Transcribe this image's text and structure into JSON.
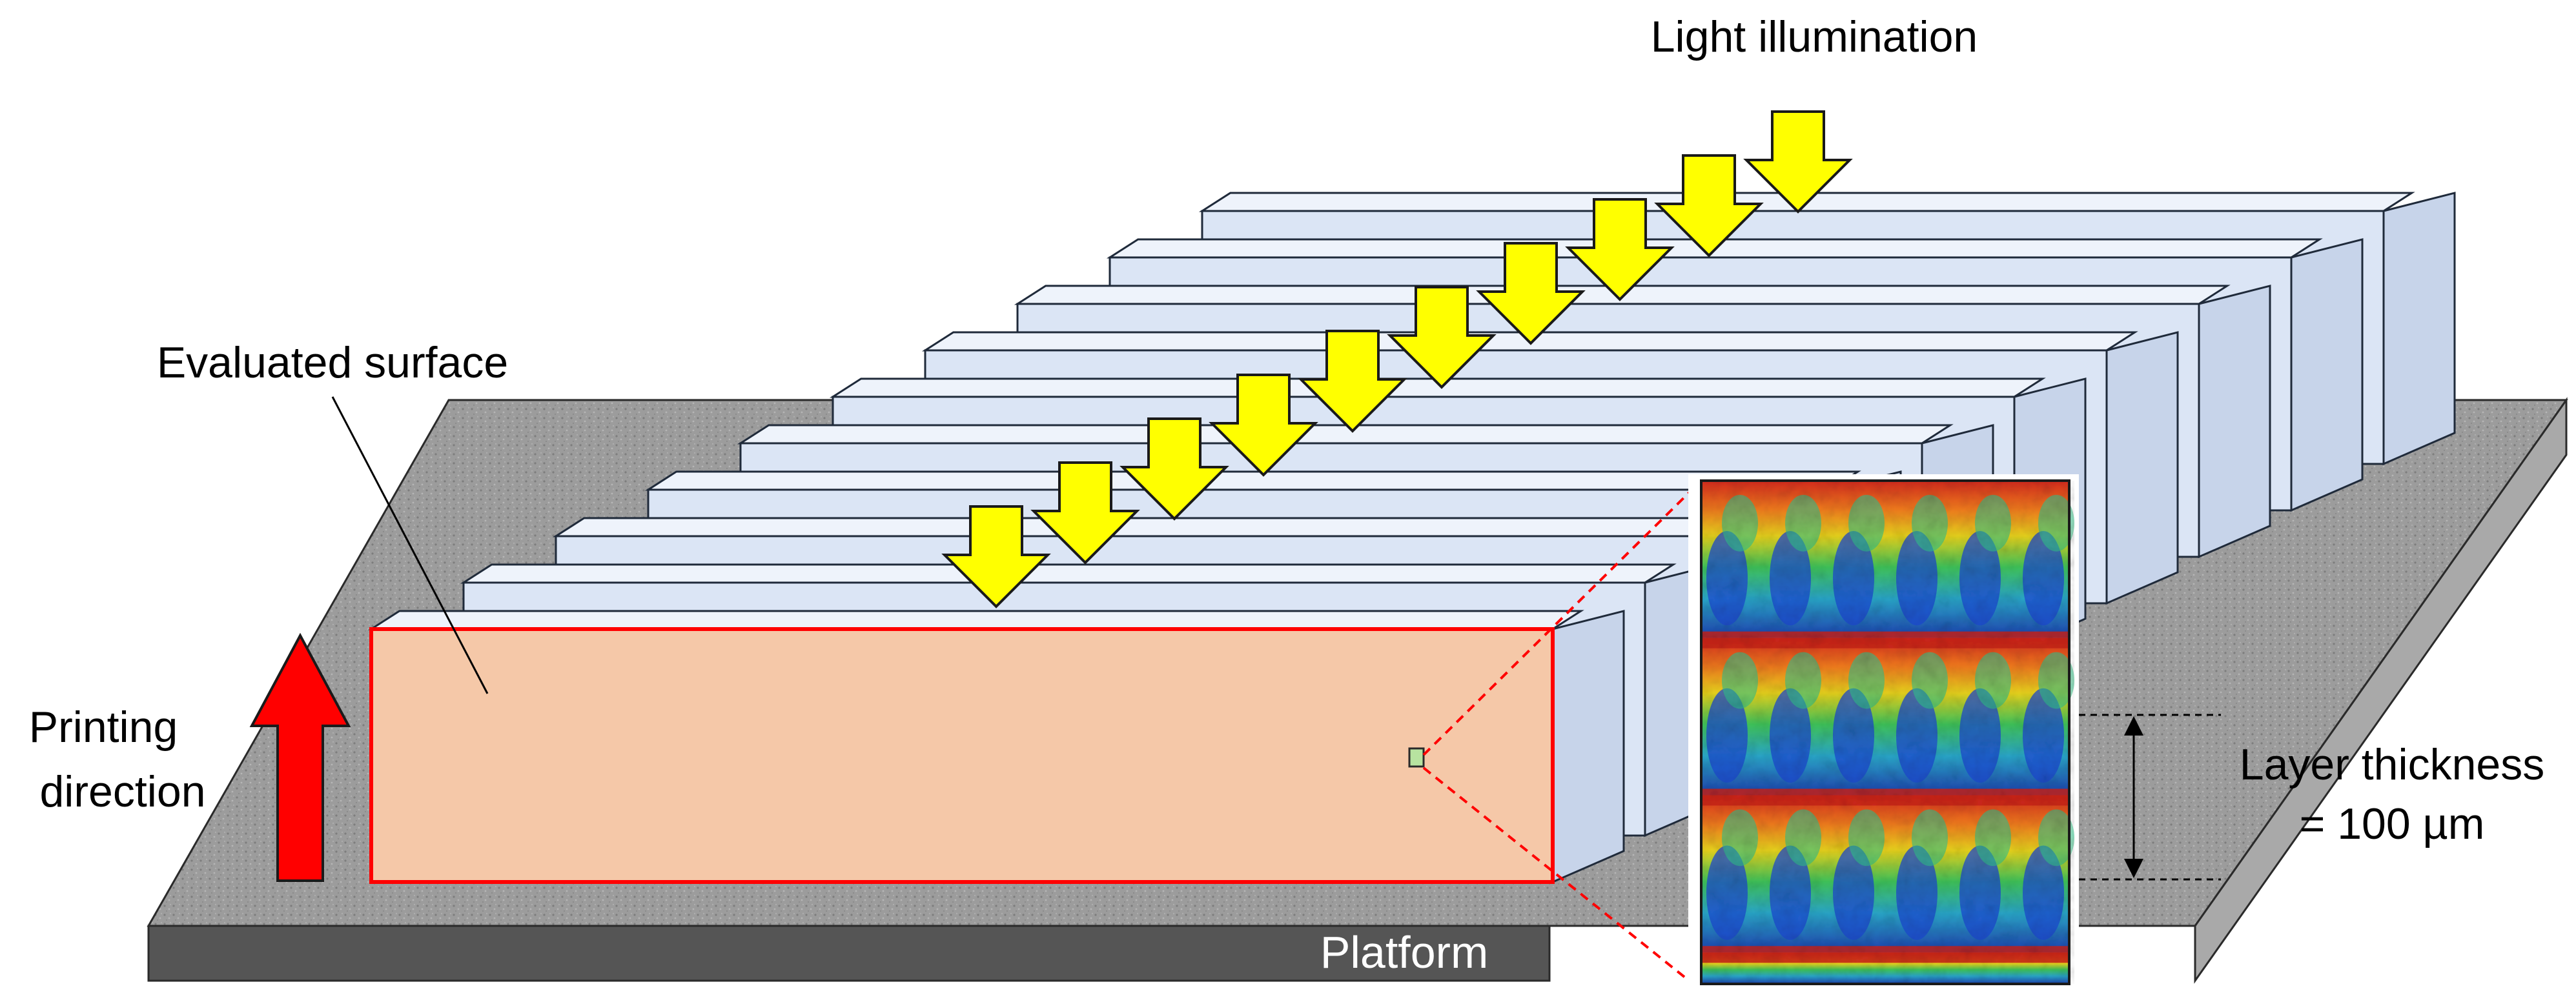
{
  "labels": {
    "light_illumination": "Light illumination",
    "evaluated_surface": "Evaluated surface",
    "printing_direction_line1": "Printing",
    "printing_direction_line2": "direction",
    "layer_thickness_line1": "Layer thickness",
    "layer_thickness_line2": "= 100 µm",
    "platform": "Platform"
  },
  "colors": {
    "bar_face": "#dbe5f5",
    "bar_top": "#eef3fb",
    "bar_outline": "#1f2a3a",
    "evaluated_surface_fill": "#f5c8a8",
    "evaluated_surface_outline": "#ff0000",
    "arrow_fill": "#ffff00",
    "printing_arrow_fill": "#ff0000",
    "platform_top": "#9a9a9a",
    "platform_front": "#555555",
    "zoom_line": "#ff0000"
  },
  "icons": {
    "light_arrows": "down-arrow-icon",
    "printing_arrow": "up-arrow-icon"
  },
  "bars": {
    "count": 10
  },
  "light_arrows": {
    "count": 10
  }
}
